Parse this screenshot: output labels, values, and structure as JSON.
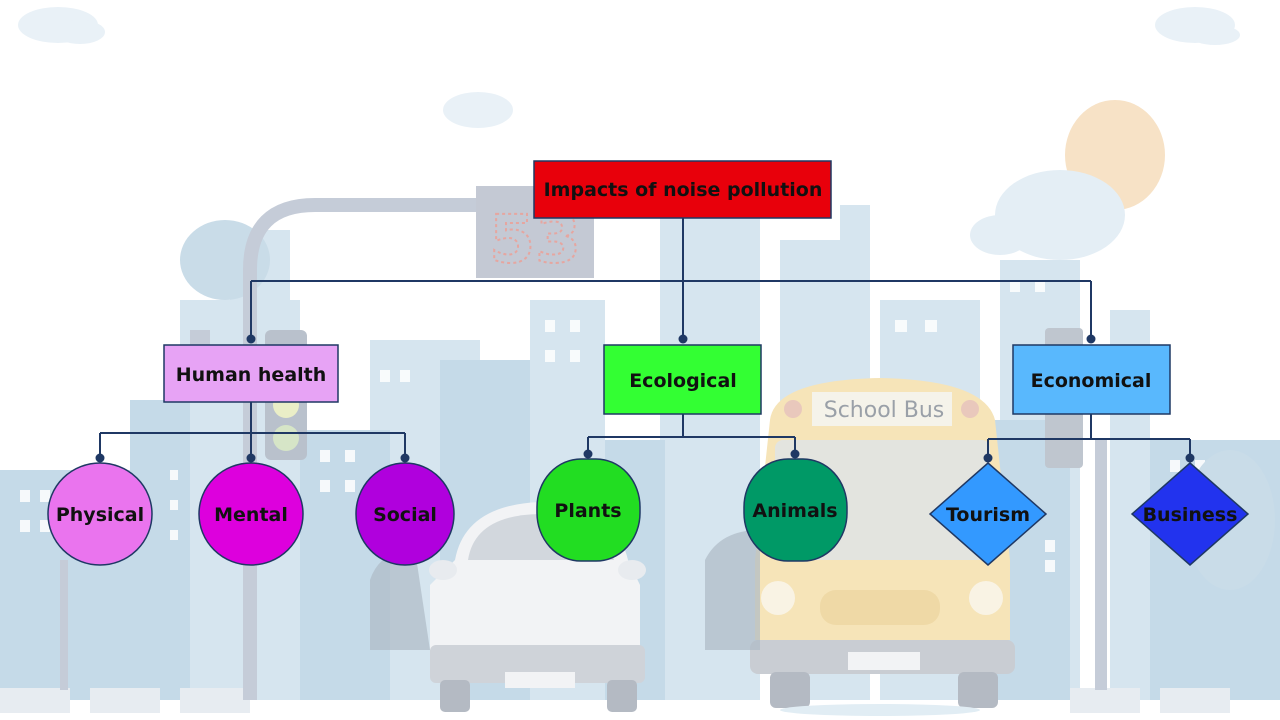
{
  "background": {
    "speed_display": "53",
    "bus_sign": "School Bus",
    "colors": {
      "building": "#c9dce8",
      "building_light": "#d9e7f0",
      "cloud": "#e4eef5",
      "sun": "#f7e2c6",
      "pole": "#c5ccd8",
      "car": "#f2f3f5",
      "bus": "#f6e4b8"
    }
  },
  "diagram": {
    "root": {
      "label": "Impacts of noise pollution",
      "color": "#e8000b"
    },
    "categories": [
      {
        "label": "Human health",
        "color": "#e7a3f5"
      },
      {
        "label": "Ecological",
        "color": "#33ff33"
      },
      {
        "label": "Economical",
        "color": "#59b8fd"
      }
    ],
    "leaves": [
      {
        "label": "Physical",
        "color": "#ea74ee",
        "parent": "Human health"
      },
      {
        "label": "Mental",
        "color": "#dd00dd",
        "parent": "Human health"
      },
      {
        "label": "Social",
        "color": "#b000dd",
        "parent": "Human health"
      },
      {
        "label": "Plants",
        "color": "#22dd22",
        "parent": "Ecological"
      },
      {
        "label": "Animals",
        "color": "#009966",
        "parent": "Ecological"
      },
      {
        "label": "Tourism",
        "color": "#3399ff",
        "parent": "Economical"
      },
      {
        "label": "Business",
        "color": "#2233ee",
        "parent": "Economical"
      }
    ],
    "connector_color": "#1f3864"
  }
}
